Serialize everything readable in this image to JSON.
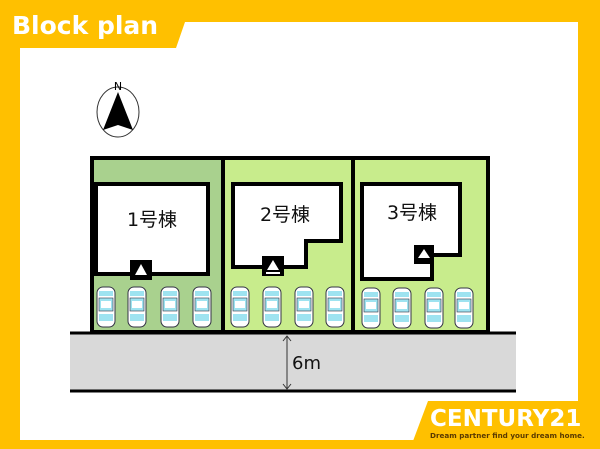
{
  "header": {
    "title": "Block plan"
  },
  "compass": {
    "label": "N"
  },
  "lots": [
    {
      "label": "1号棟",
      "parking_spaces": 4
    },
    {
      "label": "2号棟",
      "parking_spaces": 4
    },
    {
      "label": "3号棟",
      "parking_spaces": 4
    }
  ],
  "road": {
    "width_label": "6m"
  },
  "brand": {
    "name": "CENTURY21",
    "tagline": "Dream partner find your dream home."
  },
  "colors": {
    "accent": "#FFC000",
    "lot1": "#A9D18E",
    "lot_other": "#C8EC8C",
    "road": "#D9D9D9",
    "car": "#9EE3F0"
  }
}
